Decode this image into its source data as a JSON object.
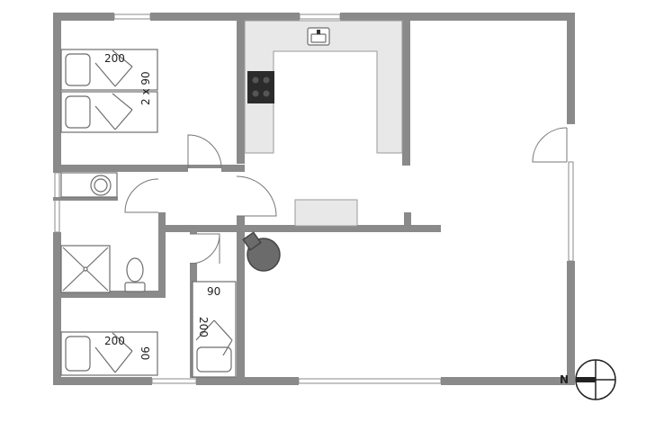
{
  "labels": {
    "bed_top_length": "200",
    "bed_top_width": "2 x 90",
    "bed_mid_width": "90",
    "bed_mid_length": "200",
    "bed_bottom_length": "200",
    "bed_bottom_width": "90"
  },
  "compass": {
    "north_label": "N"
  },
  "colors": {
    "wall": "#8a8a8a",
    "counter": "#e8e8e8",
    "stove": "#2b2b2b",
    "fireplace": "#6b6b6b"
  }
}
